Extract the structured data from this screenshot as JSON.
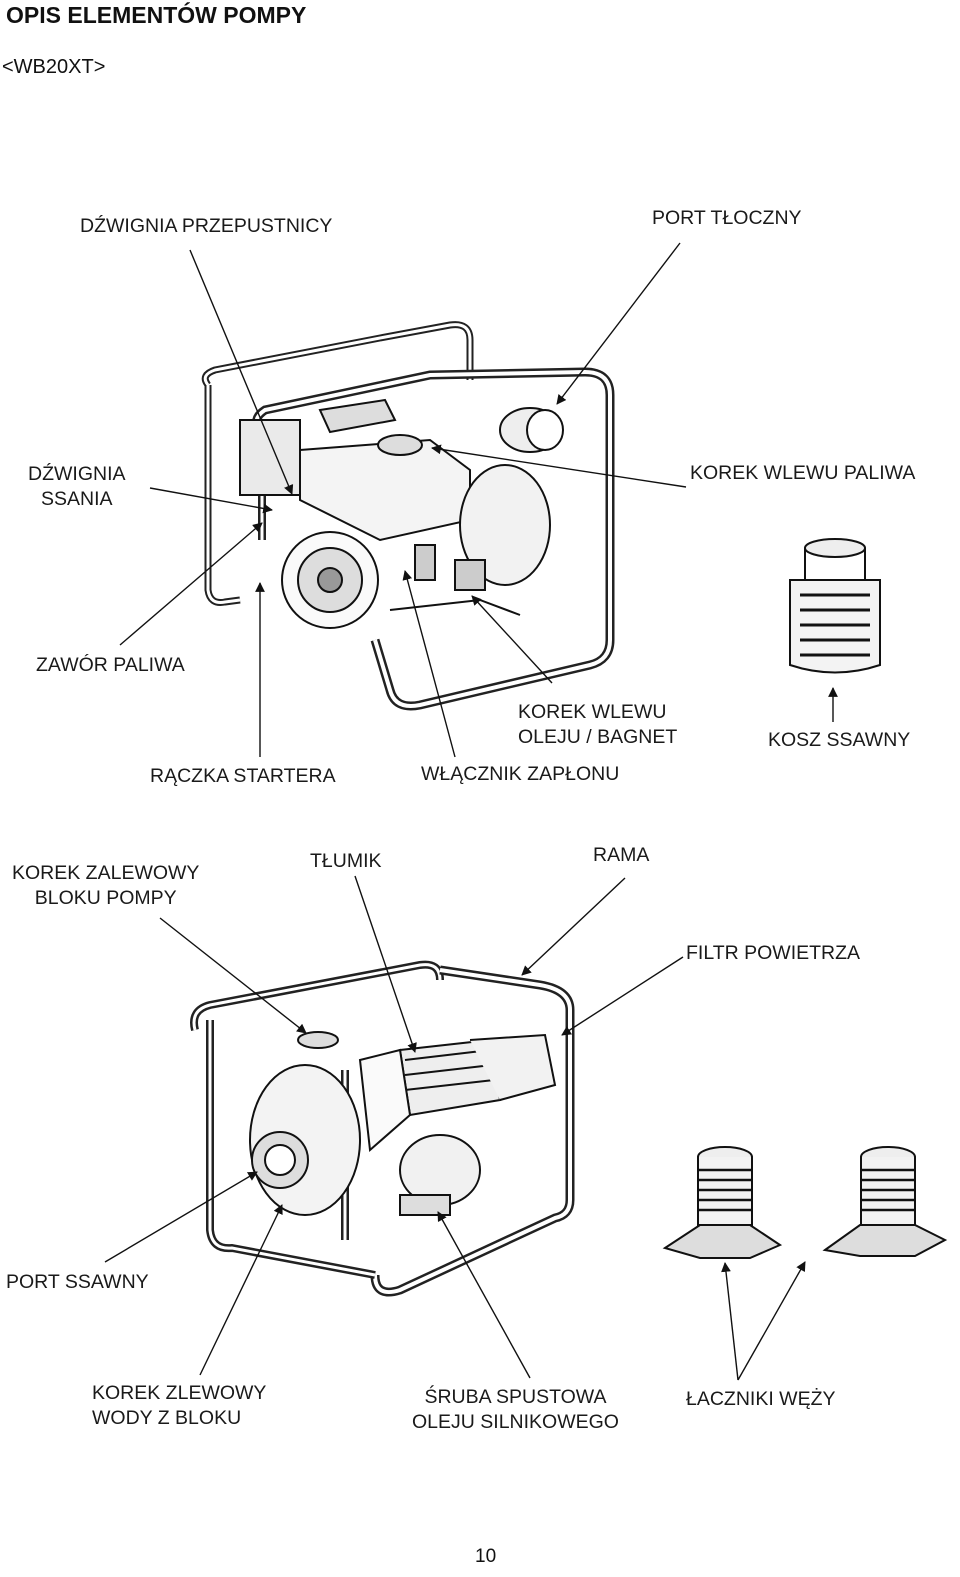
{
  "header": {
    "title": "OPIS ELEMENTÓW POMPY",
    "model": "<WB20XT>"
  },
  "figure_top": {
    "labels": {
      "throttle": "DŹWIGNIA PRZEPUSTNICY",
      "outlet": "PORT TŁOCZNY",
      "choke_1": "DŹWIGNIA",
      "choke_2": "SSANIA",
      "fuel_cap": "KOREK WLEWU PALIWA",
      "fuel_valve": "ZAWÓR PALIWA",
      "oil_cap_1": "KOREK WLEWU",
      "oil_cap_2": "OLEJU / BAGNET",
      "strainer": "KOSZ SSAWNY",
      "starter": "RĄCZKA STARTERA",
      "switch": "WŁĄCZNIK ZAPŁONU"
    }
  },
  "figure_bottom": {
    "labels": {
      "priming_1": "KOREK ZALEWOWY",
      "priming_2": "BLOKU POMPY",
      "muffler": "TŁUMIK",
      "frame": "RAMA",
      "air_filter": "FILTR POWIETRZA",
      "inlet": "PORT SSAWNY",
      "drain_1": "KOREK ZLEWOWY",
      "drain_2": "WODY Z BLOKU",
      "oil_drain_1": "ŚRUBA SPUSTOWA",
      "oil_drain_2": "OLEJU SILNIKOWEGO",
      "hose": "ŁACZNIKI WĘŻY"
    }
  },
  "footer": {
    "page_number": "10"
  }
}
